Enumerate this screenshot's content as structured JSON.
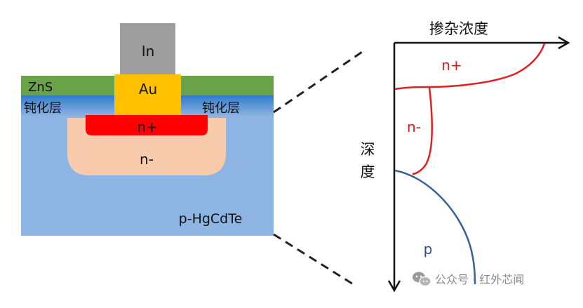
{
  "device": {
    "contact_top": "In",
    "contact_gold": "Au",
    "cap_layer": "ZnS",
    "passivation_left": "钝化层",
    "passivation_right": "钝化层",
    "region_n_plus": "n+",
    "region_n_minus": "n-",
    "substrate": "p-HgCdTe"
  },
  "profile": {
    "x_axis_label": "掺杂浓度",
    "y_axis_label_line1": "深",
    "y_axis_label_line2": "度",
    "region_n_plus": "n+",
    "region_n_minus": "n-",
    "region_p": "p"
  },
  "watermark": {
    "text": "公众号 · 红外芯闻"
  },
  "colors": {
    "indium": "#9e9e9e",
    "gold": "#ffc000",
    "zns": "#6aa24a",
    "passivation": "#2f7fc9",
    "substrate": "#8eb4e3",
    "n_plus": "#ff0000",
    "n_minus": "#f8cbad",
    "curve_n": "#e02020",
    "curve_p": "#3a5f9a",
    "label_n": "#d81e1e",
    "label_p": "#2f4e8f"
  }
}
